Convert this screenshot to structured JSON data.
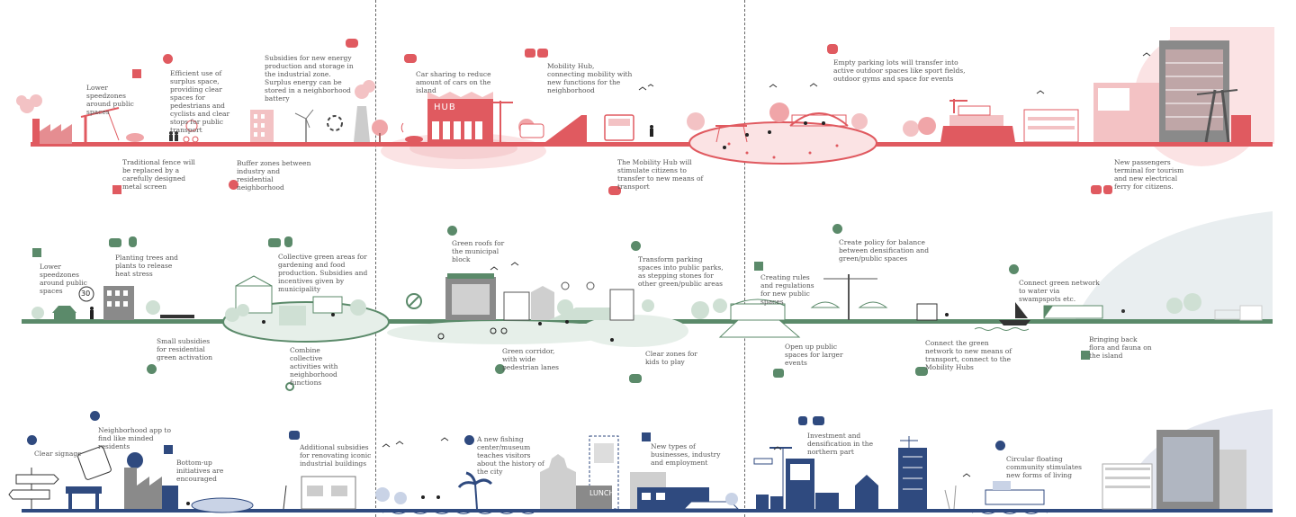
{
  "colors": {
    "red": "#e05a60",
    "red_light": "#f3c2c4",
    "red_pale": "#fbe3e4",
    "green": "#5b8a6a",
    "green_light": "#cfe0d4",
    "green_pale": "#e6efe9",
    "blue": "#2f4a7f",
    "blue_light": "#c9d3e6",
    "gray": "#8a8a8a"
  },
  "icons": [
    "document-icon",
    "tree-icon",
    "hexagon-icon",
    "handshake-icon",
    "money-bag-icon",
    "coins-icon",
    "people-icon",
    "share-icon",
    "cyclist-icon",
    "crane-icon",
    "bird-icon",
    "signpost-icon",
    "phone-icon"
  ],
  "hub_sign": "HUB",
  "lunch_sign": "LUNCH",
  "speed_sign": "30",
  "row1": {
    "notes": [
      "Lower speedzones around public spaces",
      "Efficient use of surplus space, providing clear spaces for pedestrians and cyclists and clear stops for public transport",
      "Subsidies for new energy production and storage in the industrial zone. Surplus energy can be stored in a neighborhood battery",
      "Traditional fence will be replaced by a carefully designed metal screen",
      "Buffer zones between industry and residential neighborhood",
      "Car sharing to reduce amount of cars on the island",
      "Mobility Hub, connecting mobility with new functions for the neighborhood",
      "The Mobility Hub will stimulate citizens to transfer to new means of transport",
      "Empty parking lots will transfer into active outdoor spaces like sport fields, outdoor gyms and space for events",
      "New passengers terminal for tourism and new electrical ferry for citizens."
    ]
  },
  "row2": {
    "notes": [
      "Lower speedzones around public spaces",
      "Planting trees and plants to release heat stress",
      "Collective green areas for gardening and food production. Subsidies and incentives given by municipality",
      "Small subsidies for residential green activation",
      "Combine collective activities with neighborhood functions",
      "Green roofs for the municipal block",
      "Transform parking spaces into public parks, as stepping stones for other green/public areas",
      "Green corridor, with wide pedestrian lanes",
      "Clear zones for kids to play",
      "Create policy for balance between densification and green/public spaces",
      "Creating rules and regulations for new public spaces",
      "Open up public spaces for larger events",
      "Connect green network to water via swampspots etc.",
      "Connect the green network to new means of transport, connect to the Mobility Hubs",
      "Bringing back flora and fauna on the island"
    ]
  },
  "row3": {
    "notes": [
      "Clear signage",
      "Neighborhood app to find like minded residents",
      "Bottom-up initiatives are encouraged",
      "Additional subsidies for renovating iconic industrial buildings",
      "A new fishing center/museum teaches visitors about the history of the city",
      "New types of businesses, industry and employment",
      "Investment and densification in the northern part",
      "Circular floating community stimulates new forms of living"
    ]
  }
}
